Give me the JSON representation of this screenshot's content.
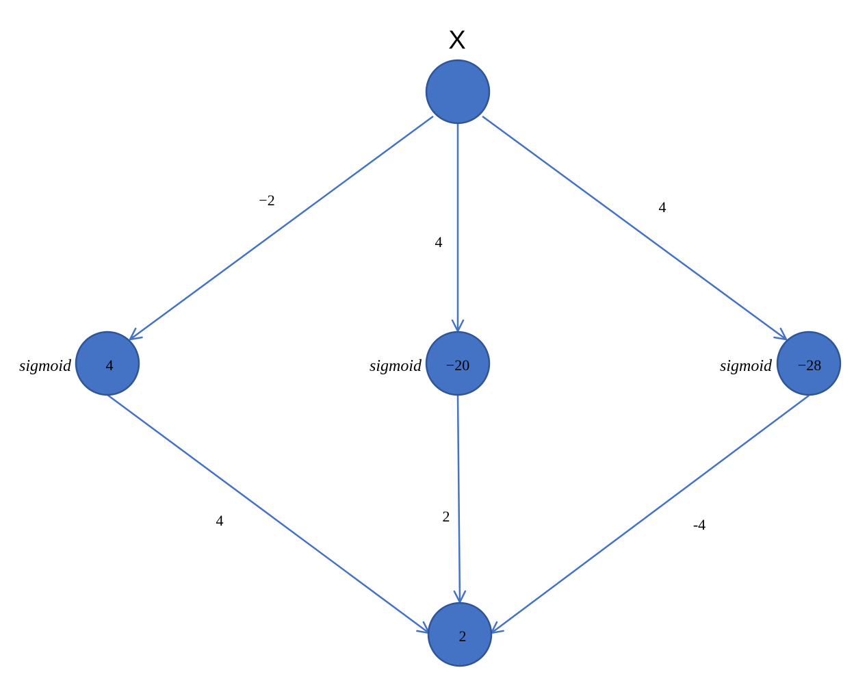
{
  "input": {
    "label": "X"
  },
  "hidden": [
    {
      "activation": "sigmoid",
      "value": "4"
    },
    {
      "activation": "sigmoid",
      "value": "−20"
    },
    {
      "activation": "sigmoid",
      "value": "−28"
    }
  ],
  "output": {
    "value": "2"
  },
  "weights_in": [
    "−2",
    "4",
    "4"
  ],
  "weights_out": [
    "4",
    "2",
    "-4"
  ],
  "colors": {
    "node_fill": "#4472C4",
    "node_stroke": "#2F5597",
    "edge": "#4472C4",
    "text": "#000000"
  }
}
